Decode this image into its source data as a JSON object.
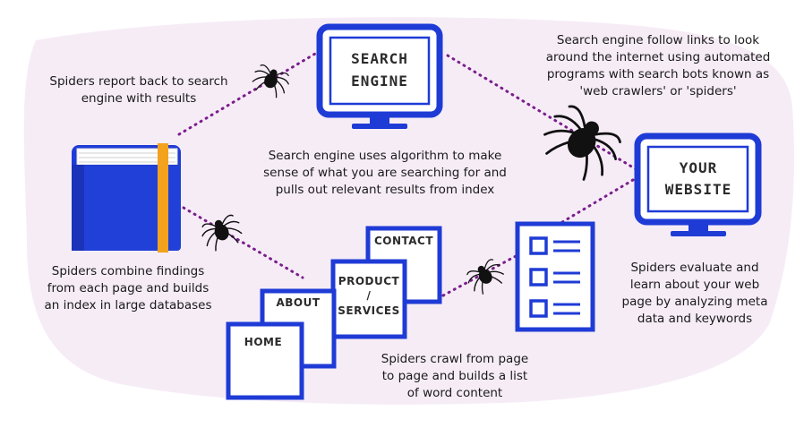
{
  "colors": {
    "background_blob": "#f6ecf6",
    "accent_blue": "#1f3bd6",
    "dotted_line": "#7a1e8c",
    "spider": "#111111",
    "book_band": "#f2a21c"
  },
  "monitors": {
    "search_engine": {
      "line1": "SEARCH",
      "line2": "ENGINE"
    },
    "your_website": {
      "line1": "YOUR",
      "line2": "WEBSITE"
    }
  },
  "pages": {
    "home": "HOME",
    "about": "ABOUT",
    "product_line1": "PRODUCT",
    "product_line2": "/",
    "product_line3": "SERVICES",
    "contact": "CONTACT"
  },
  "captions": {
    "report_back": [
      "Spiders report back to search",
      "engine with results"
    ],
    "follow_links": [
      "Search engine follow links to look",
      "around the internet using automated",
      "programs with search bots known as",
      "'web crawlers' or 'spiders'"
    ],
    "algorithm": [
      "Search engine uses algorithm to make",
      "sense of what you are searching for and",
      "pulls out relevant results from index"
    ],
    "combine_findings": [
      "Spiders combine findings",
      "from each page and builds",
      "an index in large databases"
    ],
    "evaluate": [
      "Spiders evaluate and",
      "learn about your web",
      "page by analyzing meta",
      "data and keywords"
    ],
    "crawl": [
      "Spiders crawl from page",
      "to page and builds a list",
      "of word content"
    ]
  }
}
